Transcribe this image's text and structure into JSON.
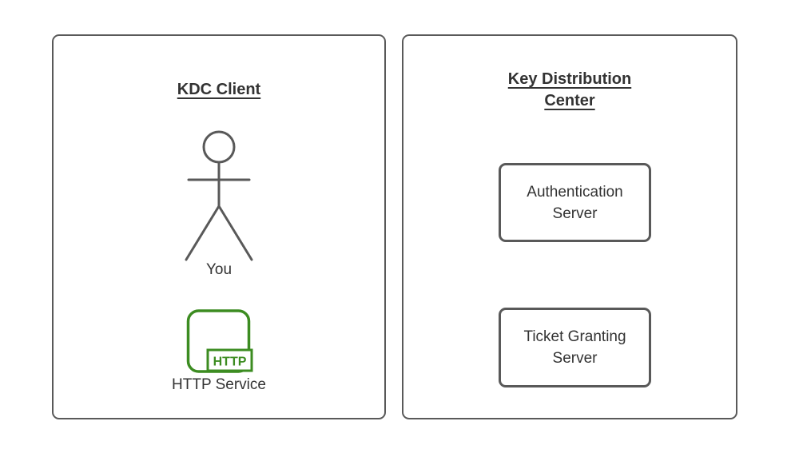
{
  "client_panel": {
    "title": "KDC Client",
    "actor_label": "You",
    "service_icon_text": "HTTP",
    "service_label": "HTTP Service"
  },
  "kdc_panel": {
    "title": "Key Distribution Center",
    "nodes": [
      {
        "label": "Authentication Server"
      },
      {
        "label": "Ticket Granting Server"
      }
    ]
  },
  "colors": {
    "stroke": "#595959",
    "text": "#333333",
    "accent_green": "#3C8C21",
    "background": "#ffffff"
  }
}
